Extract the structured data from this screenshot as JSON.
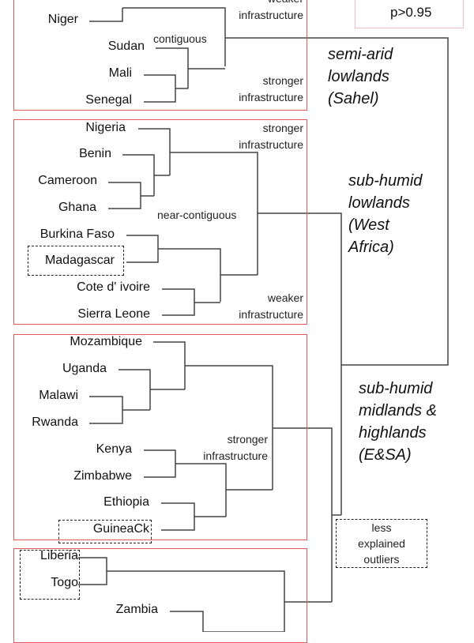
{
  "legend": {
    "significance": "p>0.95"
  },
  "clusters": [
    {
      "region": [
        "semi-arid",
        "lowlands",
        "(Sahel)"
      ],
      "leaves": [
        "Niger",
        "Sudan",
        "Mali",
        "Senegal"
      ],
      "notes": {
        "contiguity": "contiguous",
        "weaker": "weaker infrastructure",
        "stronger": "stronger infrastructure"
      }
    },
    {
      "region": [
        "sub-humid",
        "lowlands",
        "(West",
        "Africa)"
      ],
      "leaves": [
        "Nigeria",
        "Benin",
        "Cameroon",
        "Ghana",
        "Burkina Faso",
        "Madagascar",
        "Cote d' ivoire",
        "Sierra Leone"
      ],
      "notes": {
        "contiguity": "near-contiguous",
        "stronger": "stronger infrastructure",
        "weaker": "weaker infrastructure"
      }
    },
    {
      "region": [
        "sub-humid",
        "midlands &",
        "highlands",
        "(E&SA)"
      ],
      "leaves": [
        "Mozambique",
        "Uganda",
        "Malawi",
        "Rwanda",
        "Kenya",
        "Zimbabwe",
        "Ethiopia",
        "GuineaCk"
      ],
      "notes": {
        "stronger": "stronger infrastructure"
      }
    },
    {
      "leaves": [
        "Liberia",
        "Togo",
        "Zambia"
      ]
    }
  ],
  "outliers_note": [
    "less",
    "explained",
    "outliers"
  ],
  "colors": {
    "cluster_border": "#e05a5a",
    "legend_border": "#f2c0c4",
    "tree_line": "#444444"
  }
}
